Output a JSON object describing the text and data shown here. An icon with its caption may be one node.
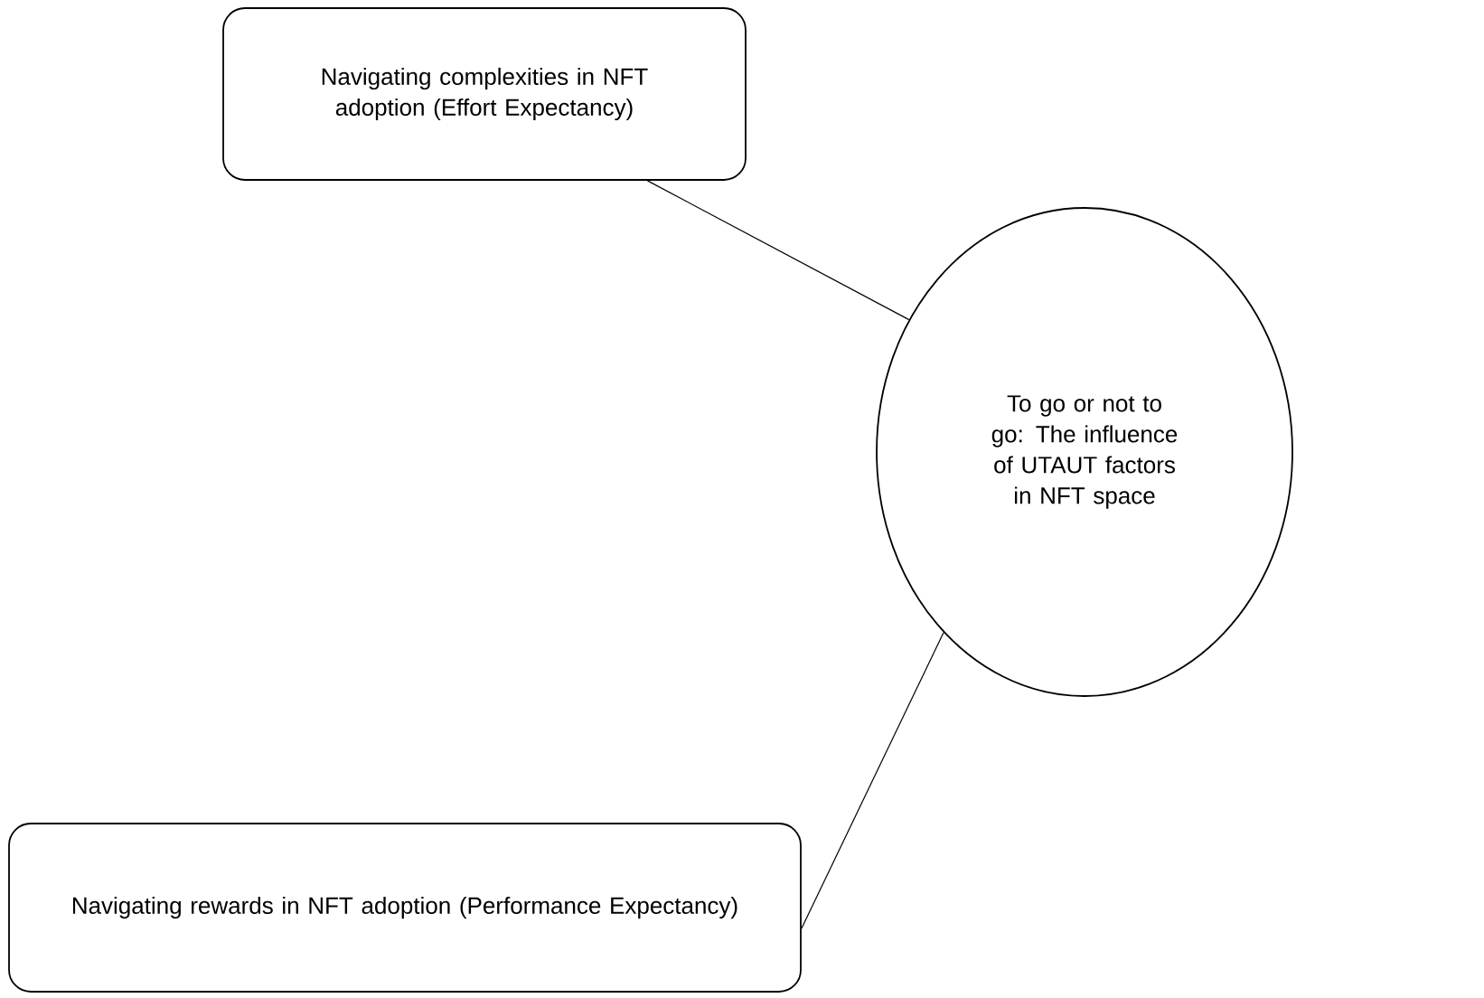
{
  "diagram": {
    "nodes": [
      {
        "text": [
          "Navigating complexities in NFT adoption (Effort Expectancy)"
        ]
      },
      {
        "text": [
          "To go or not to go: The influence of UTAUT factors in NFT space"
        ]
      },
      {
        "text": [
          "Navigating rewards in NFT adoption (Performance Expectancy)"
        ]
      }
    ],
    "edges": [
      {
        "from": 0,
        "to": 1,
        "arrow": "none"
      },
      {
        "from": 2,
        "to": 1,
        "arrow": "none"
      }
    ]
  }
}
